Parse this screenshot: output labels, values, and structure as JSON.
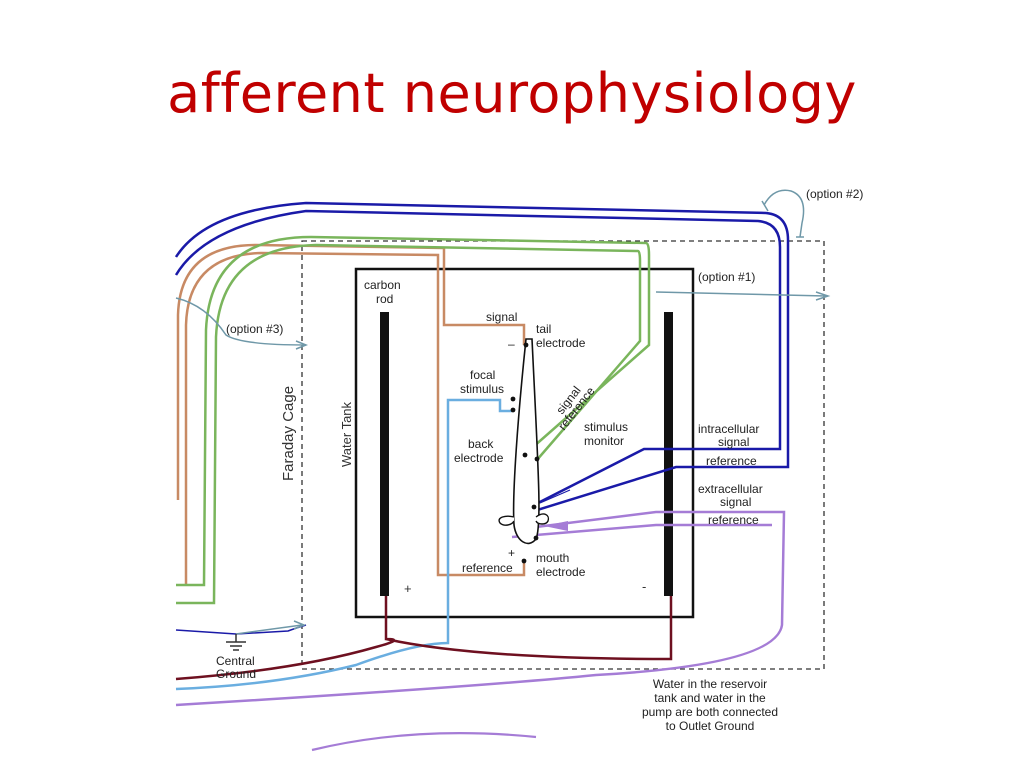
{
  "slide": {
    "title": "afferent neurophysiology"
  },
  "colors": {
    "title": "#c00000",
    "blue_wire": "#1a1aa8",
    "orange_wire": "#c88a64",
    "green_wire": "#7ab55c",
    "light_blue_wire": "#6aaee0",
    "purple_wire": "#a57cd6",
    "dark_red_wire": "#6e1020",
    "grey_wire": "#6f98a8"
  },
  "diagram": {
    "labels": {
      "option2": "(option #2)",
      "option1": "(option #1)",
      "option3": "(option #3)",
      "carbon_rod": [
        "carbon",
        "rod"
      ],
      "signal_top": "signal",
      "tail_electrode": [
        "tail",
        "electrode"
      ],
      "focal_stimulus": [
        "focal",
        "stimulus"
      ],
      "signal_diag": "signal",
      "reference_diag": "reference",
      "stimulus_monitor": [
        "stimulus",
        "monitor"
      ],
      "back_electrode": [
        "back",
        "electrode"
      ],
      "intracellular_signal": [
        "intracellular",
        "signal"
      ],
      "reference_intra": "reference",
      "extracellular_signal": [
        "extracellular",
        "signal"
      ],
      "reference_extra": "reference",
      "reference_mouth": "reference",
      "mouth_electrode": [
        "mouth",
        "electrode"
      ],
      "faraday_cage": "Faraday Cage",
      "water_tank": "Water Tank",
      "plus_left": "+",
      "minus_right": "-",
      "minus_tail": "–",
      "plus_mouth": "+",
      "central_ground": [
        "Central",
        "Ground"
      ],
      "reservoir_note": [
        "Water in the reservoir",
        "tank and water in the",
        "pump are both connected",
        "to Outlet Ground"
      ]
    }
  }
}
